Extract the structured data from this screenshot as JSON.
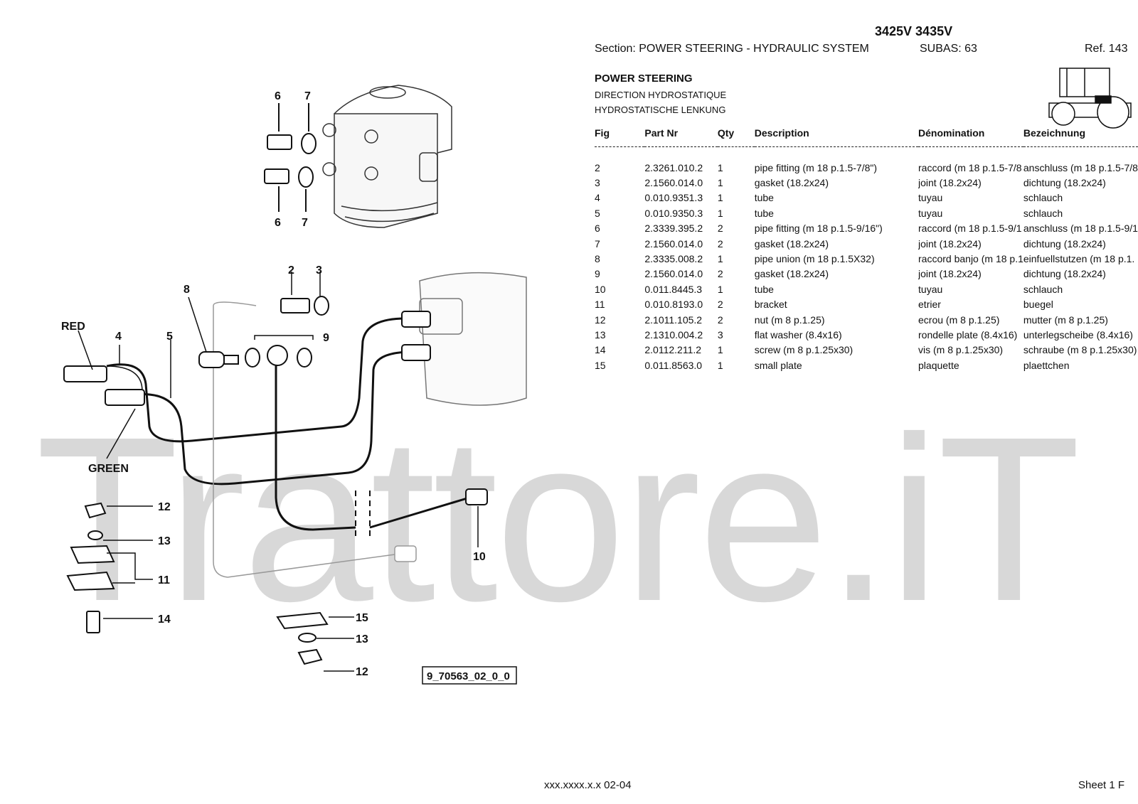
{
  "header": {
    "models": "3425V 3435V",
    "section": "Section: POWER STEERING - HYDRAULIC SYSTEM",
    "subas": "SUBAS: 63",
    "ref": "Ref. 143"
  },
  "subtitle": {
    "en": "POWER STEERING",
    "fr": "DIRECTION HYDROSTATIQUE",
    "de": "HYDROSTATISCHE LENKUNG"
  },
  "table": {
    "columns": [
      "Fig",
      "Part Nr",
      "Qty",
      "Description",
      "Dénomination",
      "Bezeichnung"
    ],
    "rows": [
      [
        "2",
        "2.3261.010.2",
        "1",
        "pipe fitting (m 18 p.1.5-7/8\")",
        "raccord (m 18 p.1.5-7/8",
        "anschluss (m 18 p.1.5-7/8"
      ],
      [
        "3",
        "2.1560.014.0",
        "1",
        "gasket (18.2x24)",
        "joint (18.2x24)",
        "dichtung (18.2x24)"
      ],
      [
        "4",
        "0.010.9351.3",
        "1",
        "tube",
        "tuyau",
        "schlauch"
      ],
      [
        "5",
        "0.010.9350.3",
        "1",
        "tube",
        "tuyau",
        "schlauch"
      ],
      [
        "6",
        "2.3339.395.2",
        "2",
        "pipe fitting (m 18 p.1.5-9/16\")",
        "raccord (m 18 p.1.5-9/1",
        "anschluss (m 18 p.1.5-9/1"
      ],
      [
        "7",
        "2.1560.014.0",
        "2",
        "gasket (18.2x24)",
        "joint (18.2x24)",
        "dichtung (18.2x24)"
      ],
      [
        "8",
        "2.3335.008.2",
        "1",
        "pipe union (m 18 p.1.5X32)",
        "raccord banjo (m 18 p.1",
        "einfuellstutzen (m 18 p.1."
      ],
      [
        "9",
        "2.1560.014.0",
        "2",
        "gasket (18.2x24)",
        "joint (18.2x24)",
        "dichtung (18.2x24)"
      ],
      [
        "10",
        "0.011.8445.3",
        "1",
        "tube",
        "tuyau",
        "schlauch"
      ],
      [
        "11",
        "0.010.8193.0",
        "2",
        "bracket",
        "etrier",
        "buegel"
      ],
      [
        "12",
        "2.1011.105.2",
        "2",
        "nut (m 8 p.1.25)",
        "ecrou (m 8 p.1.25)",
        "mutter (m 8 p.1.25)"
      ],
      [
        "13",
        "2.1310.004.2",
        "3",
        "flat washer (8.4x16)",
        "rondelle plate (8.4x16)",
        "unterlegscheibe (8.4x16)"
      ],
      [
        "14",
        "2.0112.211.2",
        "1",
        "screw (m 8 p.1.25x30)",
        "vis (m 8 p.1.25x30)",
        "schraube (m 8 p.1.25x30)"
      ],
      [
        "15",
        "0.011.8563.0",
        "1",
        "small plate",
        "plaquette",
        "plaettchen"
      ]
    ]
  },
  "diagram": {
    "callouts": {
      "c6a": "6",
      "c7a": "7",
      "c6b": "6",
      "c7b": "7",
      "c2": "2",
      "c3": "3",
      "c8": "8",
      "c9": "9",
      "c4": "4",
      "c5": "5",
      "red": "RED",
      "green": "GREEN",
      "c12a": "12",
      "c13a": "13",
      "c11": "11",
      "c14": "14",
      "c10": "10",
      "c15": "15",
      "c13b": "13",
      "c12b": "12"
    },
    "drawing_id": "9_70563_02_0_0"
  },
  "watermark": "Trattore.iT",
  "footer": {
    "code": "xxx.xxxx.x.x  02-04",
    "sheet": "Sheet 1 F"
  }
}
